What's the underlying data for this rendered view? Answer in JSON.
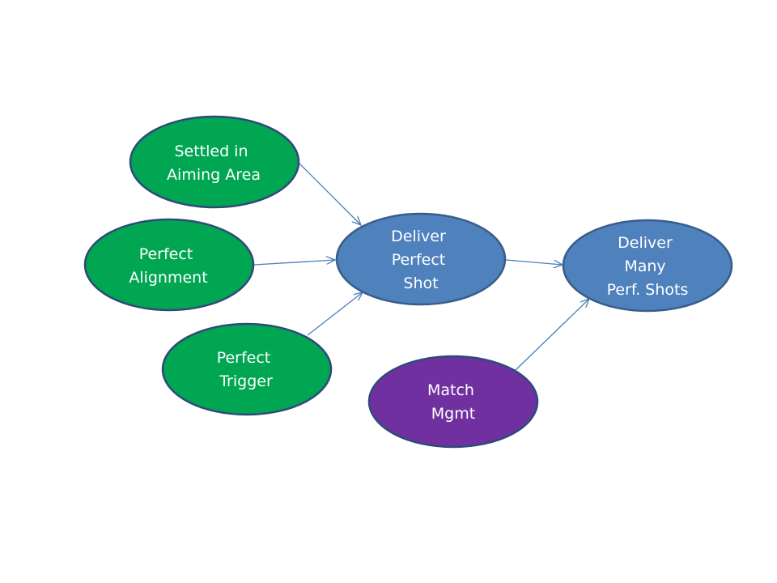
{
  "colors": {
    "green_fill": "#00a651",
    "green_stroke": "#2e4a7a",
    "blue_fill": "#4f81bd",
    "blue_stroke": "#385d8a",
    "purple_fill": "#7030a0",
    "purple_stroke": "#2e4a7a",
    "arrow": "#4a7ebb",
    "text": "#ffffff"
  },
  "nodes": {
    "settled": {
      "lines": [
        "Settled in",
        "Aiming Area"
      ]
    },
    "alignment": {
      "lines": [
        "Perfect",
        "Alignment"
      ]
    },
    "trigger": {
      "lines": [
        "Perfect",
        "Trigger"
      ]
    },
    "shot": {
      "lines": [
        "Deliver",
        "Perfect",
        "Shot"
      ]
    },
    "many": {
      "lines": [
        "Deliver",
        "Many",
        "Perf. Shots"
      ]
    },
    "match": {
      "lines": [
        "Match",
        "Mgmt"
      ]
    }
  },
  "edges": [
    {
      "from": "settled",
      "to": "shot"
    },
    {
      "from": "alignment",
      "to": "shot"
    },
    {
      "from": "trigger",
      "to": "shot"
    },
    {
      "from": "shot",
      "to": "many"
    },
    {
      "from": "match",
      "to": "many"
    }
  ]
}
